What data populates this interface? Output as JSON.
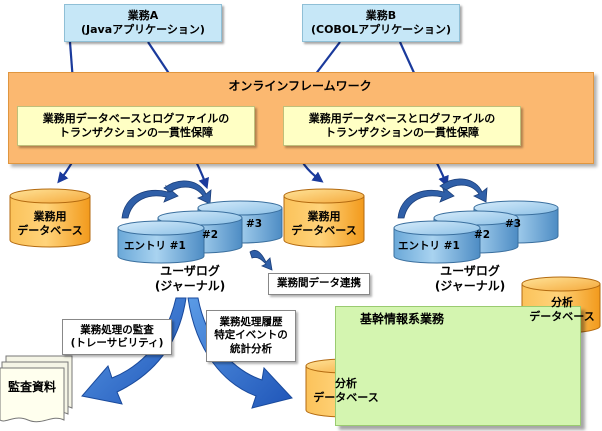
{
  "apps": {
    "a": [
      "業務A",
      "(Javaアプリケーション)"
    ],
    "b": [
      "業務B",
      "(COBOLアプリケーション)"
    ]
  },
  "framework": {
    "title": "オンラインフレームワーク",
    "tx_left": [
      "業務用データベースとログファイルの",
      "トランザクションの一貫性保障"
    ],
    "tx_right": [
      "業務用データベースとログファイルの",
      "トランザクションの一貫性保障"
    ]
  },
  "databases": {
    "business_left": [
      "業務用",
      "データベース"
    ],
    "business_right": [
      "業務用",
      "データベース"
    ],
    "analysis_bottom": [
      "分析",
      "データベース"
    ],
    "analysis_top": [
      "分析",
      "データベース"
    ]
  },
  "logs": {
    "left_entries": [
      "エントリ #1",
      "#2",
      "#3"
    ],
    "right_entries": [
      "エントリ #1",
      "#2",
      "#3"
    ],
    "left_label": [
      "ユーザログ",
      "(ジャーナル)"
    ],
    "right_label": [
      "ユーザログ",
      "(ジャーナル)"
    ]
  },
  "notes": {
    "inter_business": "業務間データ連携",
    "audit": [
      "業務処理の監査",
      "(トレーサビリティ)"
    ],
    "history": [
      "業務処理履歴",
      "特定イベントの",
      "統計分析"
    ]
  },
  "core_system": {
    "title": "基幹情報系業務"
  },
  "audit_docs": {
    "label": "監査資料"
  },
  "colors": {
    "app_box": "#c6e7f7",
    "framework": "#fbb870",
    "tx_box": "#ffffc4",
    "core_green": "#d4f5b0",
    "db_orange": "#f8a030",
    "db_blue": "#6aa8d8",
    "arrow_navy": "#1a3a9c",
    "arrow_blue": "#2f6fd0"
  }
}
